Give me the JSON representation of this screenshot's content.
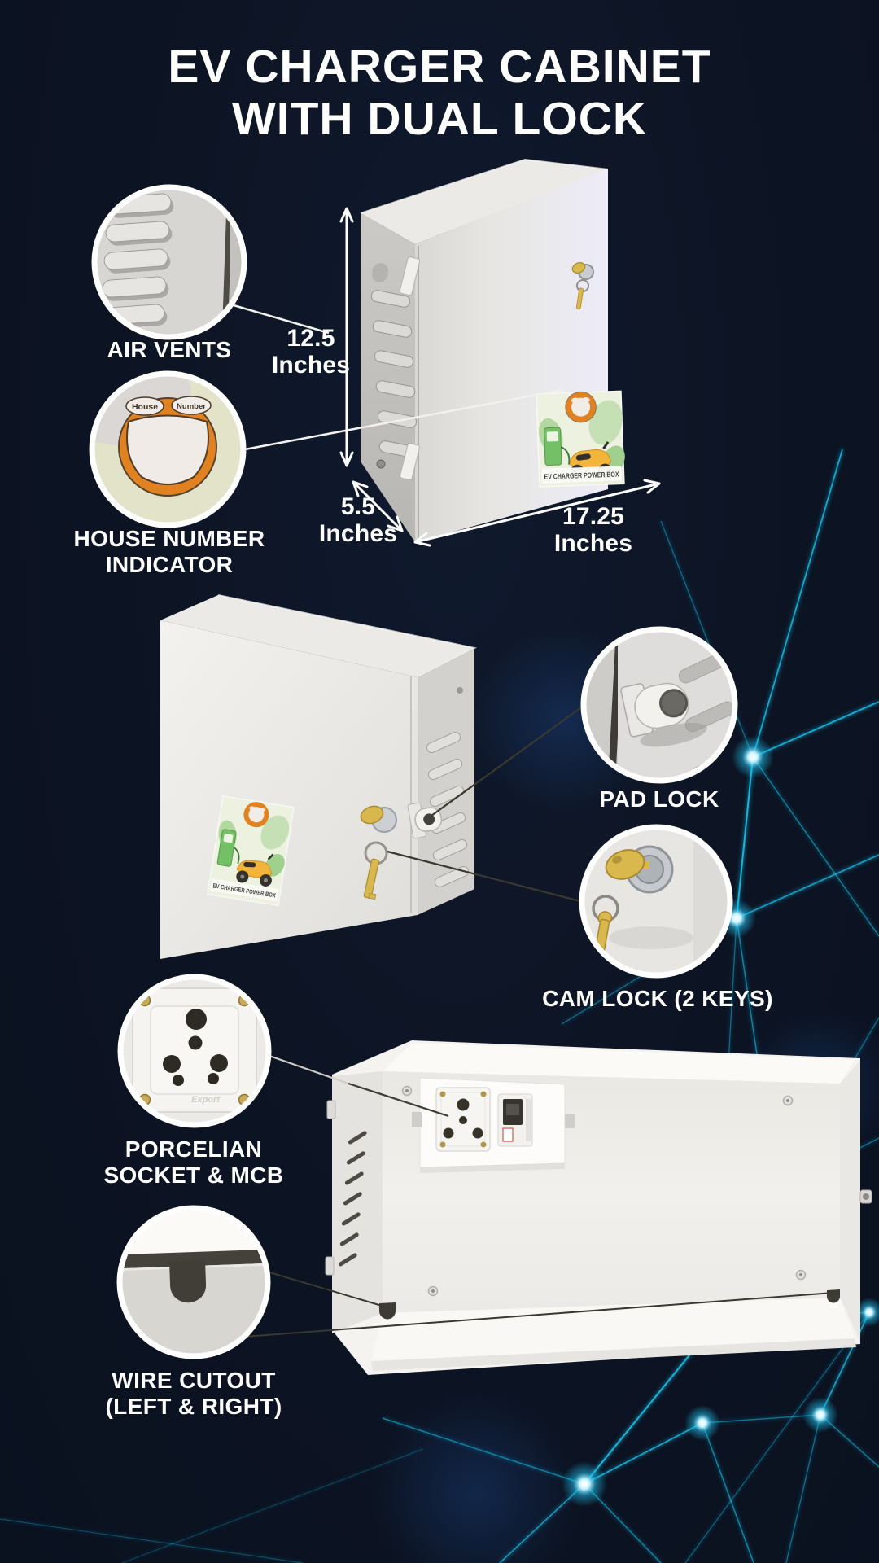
{
  "title": {
    "line1": "EV CHARGER CABINET",
    "line2": "WITH DUAL LOCK"
  },
  "dimensions": {
    "height": {
      "value": "12.5",
      "unit": "Inches"
    },
    "depth": {
      "value": "5.5",
      "unit": "Inches"
    },
    "width": {
      "value": "17.25",
      "unit": "Inches"
    }
  },
  "callouts": {
    "air_vents": {
      "label": "AIR VENTS"
    },
    "house_number": {
      "line1": "HOUSE NUMBER",
      "line2": "INDICATOR"
    },
    "pad_lock": {
      "label": "PAD LOCK"
    },
    "cam_lock": {
      "label": "CAM LOCK (2 KEYS)"
    },
    "socket": {
      "line1": "PORCELIAN",
      "line2": "SOCKET & MCB"
    },
    "wire_cutout": {
      "line1": "WIRE CUTOUT",
      "line2": "(LEFT & RIGHT)"
    }
  },
  "stickers": {
    "brand": "EV CHARGER POWER BOX",
    "house_left": "House",
    "house_right": "Number",
    "socket_brand": "Export"
  },
  "colors": {
    "background": "#0c1322",
    "network_cyan": "#19c3ec",
    "text": "#ffffff",
    "sticker_orange": "#e2811f",
    "cabinet_gray": "#e6e5e1",
    "connector_dark": "#3a382f"
  }
}
